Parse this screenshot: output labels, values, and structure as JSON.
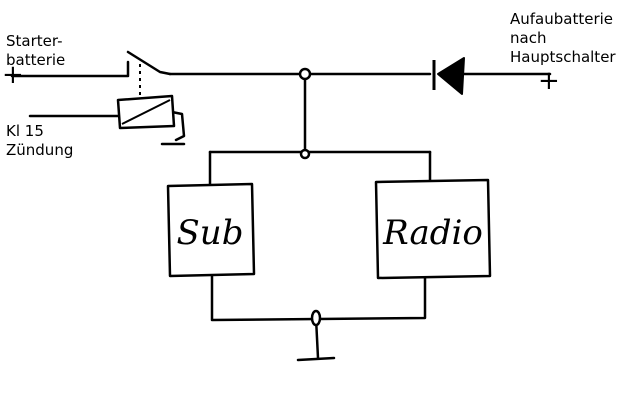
{
  "labels": {
    "starter": "Starter-\nbatterie",
    "starter_plus": "+",
    "aux": "Aufaubatterie\nnach\nHauptschalter",
    "aux_plus": "+",
    "ignition": "Kl 15\nZündung",
    "sub": "Sub",
    "radio": "Radio"
  },
  "colors": {
    "line": "#000000",
    "background": "#ffffff"
  },
  "icons": {
    "relay": "relay-symbol",
    "diode": "diode-symbol",
    "ground": "ground-symbol"
  }
}
